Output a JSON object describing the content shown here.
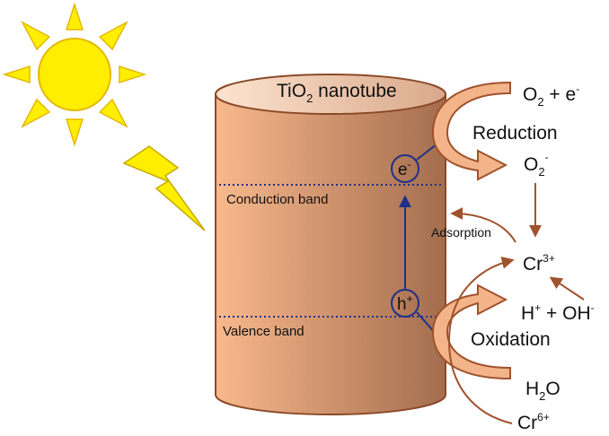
{
  "colors": {
    "tube_light": "#f9b98c",
    "tube_dark": "#a36d4e",
    "tube_outline": "#8a4a28",
    "sun_fill": "#ffee00",
    "sun_outline": "#e5b800",
    "blue_arrow": "#1f2f8a",
    "brown_arrow": "#a0522d",
    "curved_arrow_fill": "#f3b48a"
  },
  "icons": {
    "sun": "sun-icon",
    "lightning": "lightning-bolt-icon"
  },
  "tube": {
    "title_main": "TiO",
    "title_sub": "2",
    "title_rest": " nanotube"
  },
  "bands": {
    "conduction": "Conduction band",
    "valence": "Valence band"
  },
  "carriers": {
    "electron_base": "e",
    "electron_sup": "-",
    "hole_base": "h",
    "hole_sup": "+"
  },
  "labels": {
    "reduction": "Reduction",
    "oxidation": "Oxidation",
    "adsorption": "Adsorption"
  },
  "species": {
    "o2_e_base": "O",
    "o2_e_sub": "2",
    "o2_e_rest": " + e",
    "o2_e_sup": "-",
    "o2_minus_base": "O",
    "o2_minus_sub": "2",
    "o2_minus_sup": "-",
    "cr3_base": "Cr",
    "cr3_sup": "3+",
    "h_oh_h": "H",
    "h_oh_h_sup": "+",
    "h_oh_mid": " + OH",
    "h_oh_sup": "-",
    "h2o_base": "H",
    "h2o_sub": "2",
    "h2o_rest": "O",
    "cr6_base": "Cr",
    "cr6_sup": "6+"
  }
}
